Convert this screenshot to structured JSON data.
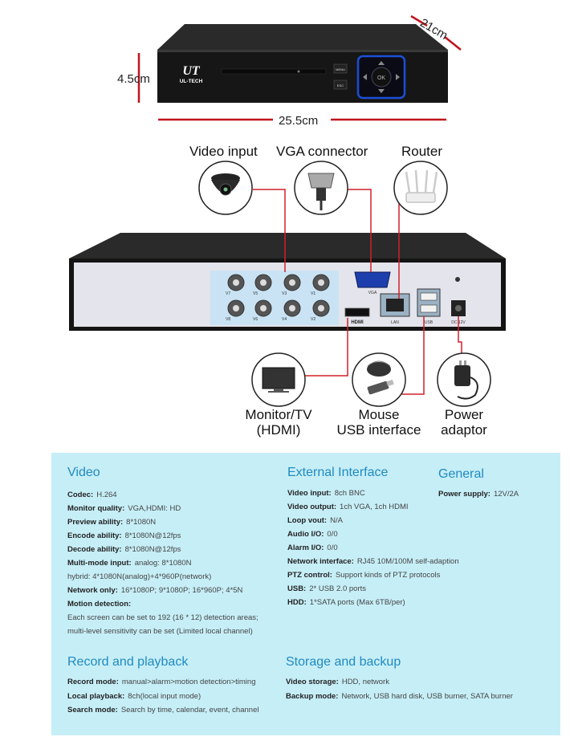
{
  "dimensions": {
    "height": "4.5cm",
    "depth": "21cm",
    "width": "25.5cm"
  },
  "brand": {
    "logo": "UT",
    "name": "UL-TECH"
  },
  "front_panel": {
    "menu": "MENU",
    "esc": "ESC",
    "ok": "OK"
  },
  "rear_ports": {
    "vga": "VGA",
    "hdmi": "HDMI",
    "lan": "LAN",
    "usb": "USB",
    "dc": "DC 12V",
    "bnc": [
      "V7",
      "V5",
      "V3",
      "V1",
      "V8",
      "V6",
      "V4",
      "V2"
    ]
  },
  "connections": {
    "video_input": "Video input",
    "vga_connector": "VGA connector",
    "router": "Router",
    "monitor_line1": "Monitor/TV",
    "monitor_line2": "(HDMI)",
    "mouse_line1": "Mouse",
    "mouse_line2": "USB interface",
    "power_line1": "Power",
    "power_line2": "adaptor"
  },
  "specs": {
    "video": {
      "title": "Video",
      "rows": [
        {
          "k": "Codec:",
          "v": "H.264"
        },
        {
          "k": "Monitor quality:",
          "v": "VGA,HDMI: HD"
        },
        {
          "k": "Preview ability:",
          "v": "8*1080N"
        },
        {
          "k": "Encode ability:",
          "v": "8*1080N@12fps"
        },
        {
          "k": "Decode ability:",
          "v": "8*1080N@12fps"
        },
        {
          "k": "Multi-mode input:",
          "v": "analog: 8*1080N"
        },
        {
          "k": "",
          "v": "hybrid: 4*1080N(analog)+4*960P(network)"
        },
        {
          "k": "Network only:",
          "v": "16*1080P; 9*1080P; 16*960P; 4*5N"
        },
        {
          "k": "Motion detection:",
          "v": ""
        },
        {
          "k": "",
          "v": "Each screen can be set to 192 (16 * 12) detection areas;"
        },
        {
          "k": "",
          "v": "multi-level sensitivity can be set (Limited local channel)"
        }
      ]
    },
    "external": {
      "title": "External Interface",
      "rows": [
        {
          "k": "Video input:",
          "v": "8ch BNC"
        },
        {
          "k": "Video output:",
          "v": "1ch VGA, 1ch HDMI"
        },
        {
          "k": "Loop vout:",
          "v": "N/A"
        },
        {
          "k": "Audio I/O:",
          "v": "0/0"
        },
        {
          "k": "Alarm I/O:",
          "v": "0/0"
        },
        {
          "k": "Network interface:",
          "v": "RJ45 10M/100M self-adaption"
        },
        {
          "k": "PTZ control:",
          "v": "Support kinds of PTZ protocols"
        },
        {
          "k": "USB:",
          "v": "2* USB 2.0 ports"
        },
        {
          "k": "HDD:",
          "v": "1*SATA ports (Max 6TB/per)"
        }
      ]
    },
    "general": {
      "title": "General",
      "rows": [
        {
          "k": "Power supply:",
          "v": "12V/2A"
        }
      ]
    },
    "record": {
      "title": "Record and playback",
      "rows": [
        {
          "k": "Record mode:",
          "v": "manual>alarm>motion detection>timing"
        },
        {
          "k": "Local playback:",
          "v": "8ch(local input mode)"
        },
        {
          "k": "Search mode:",
          "v": "Search by time, calendar, event, channel"
        }
      ]
    },
    "storage": {
      "title": "Storage and backup",
      "rows": [
        {
          "k": "Video storage:",
          "v": "HDD, network"
        },
        {
          "k": "Backup mode:",
          "v": "Network, USB hard disk, USB burner, SATA burner"
        }
      ]
    }
  },
  "colors": {
    "accent": "#1f8ac0",
    "panel": "#c6eef7",
    "wire": "#d0202a",
    "ok_button": "#1a4fd6"
  }
}
